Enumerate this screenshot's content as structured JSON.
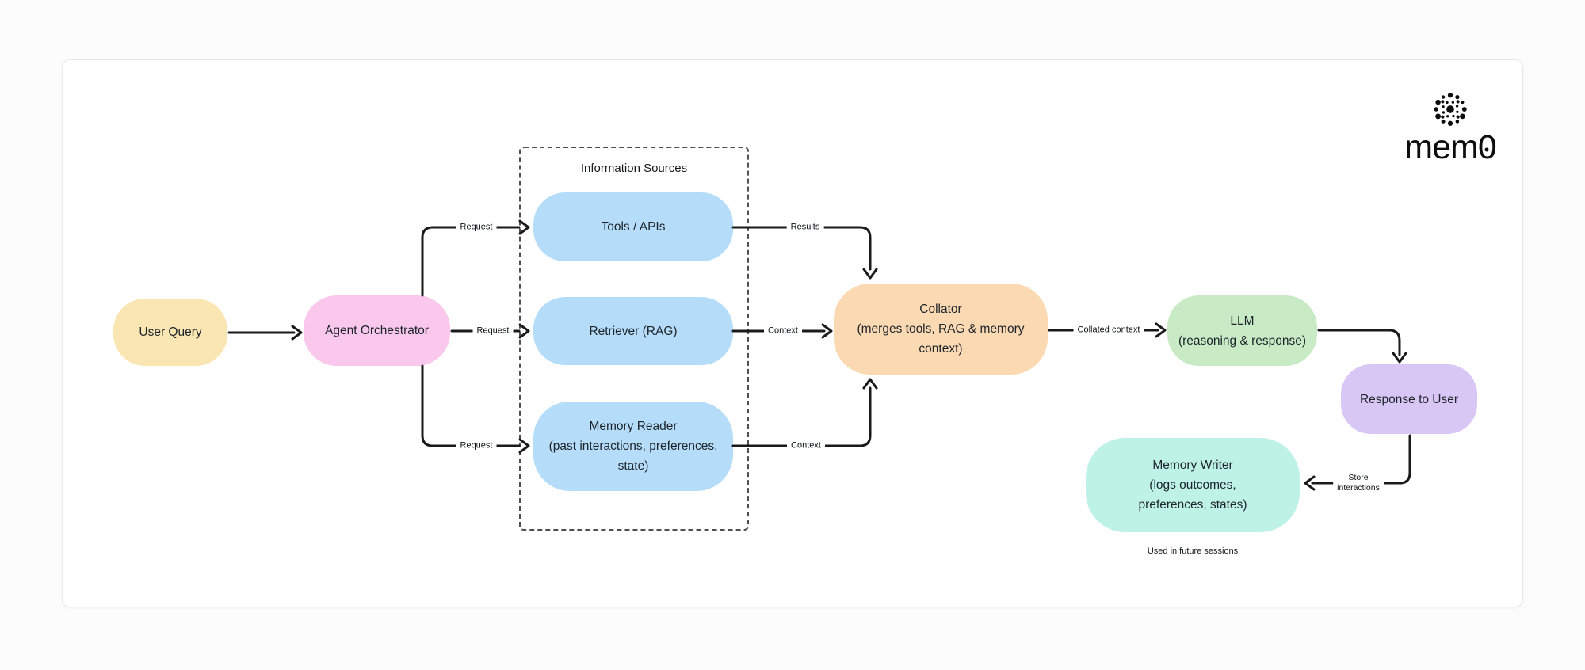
{
  "canvas": {
    "page_bg": "#fcfcfc",
    "card_bg": "#ffffff",
    "card_border": "#e9e9eb"
  },
  "logo": {
    "text": "mem0",
    "text_prefix": "mem",
    "zero": "0",
    "color": "#0d0d0d"
  },
  "group": {
    "title": "Information Sources",
    "border_color": "#4f4f4f"
  },
  "nodes": {
    "user_query": {
      "label": "User Query",
      "fill": "#fae6b2"
    },
    "agent_orchestrator": {
      "label": "Agent Orchestrator",
      "fill": "#fac8ec"
    },
    "tools_apis": {
      "label": "Tools / APIs",
      "fill": "#b5ddfa"
    },
    "retriever": {
      "label": "Retriever (RAG)",
      "fill": "#b5ddfa"
    },
    "memory_reader": {
      "lines": [
        "Memory Reader",
        "(past interactions, preferences,",
        "state)"
      ],
      "fill": "#b5ddfa"
    },
    "collator": {
      "lines": [
        "Collator",
        "(merges tools, RAG & memory",
        "context)"
      ],
      "fill": "#fbd9b2"
    },
    "llm": {
      "lines": [
        "LLM",
        "(reasoning & response)"
      ],
      "fill": "#c8ebc6"
    },
    "response_to_user": {
      "label": "Response to User",
      "fill": "#d8c6f4"
    },
    "memory_writer": {
      "lines": [
        "Memory Writer",
        "(logs outcomes,",
        "preferences, states)"
      ],
      "fill": "#bef2e7"
    }
  },
  "edge_labels": {
    "request_top": "Request",
    "request_mid": "Request",
    "request_bottom": "Request",
    "results": "Results",
    "context_mid": "Context",
    "context_bottom": "Context",
    "collated_context": "Collated context",
    "store_interactions": [
      "Store",
      "interactions"
    ],
    "future_note": "Used in future sessions"
  },
  "style": {
    "line_color": "#1a1a1a",
    "text_color": "#1d242b"
  }
}
